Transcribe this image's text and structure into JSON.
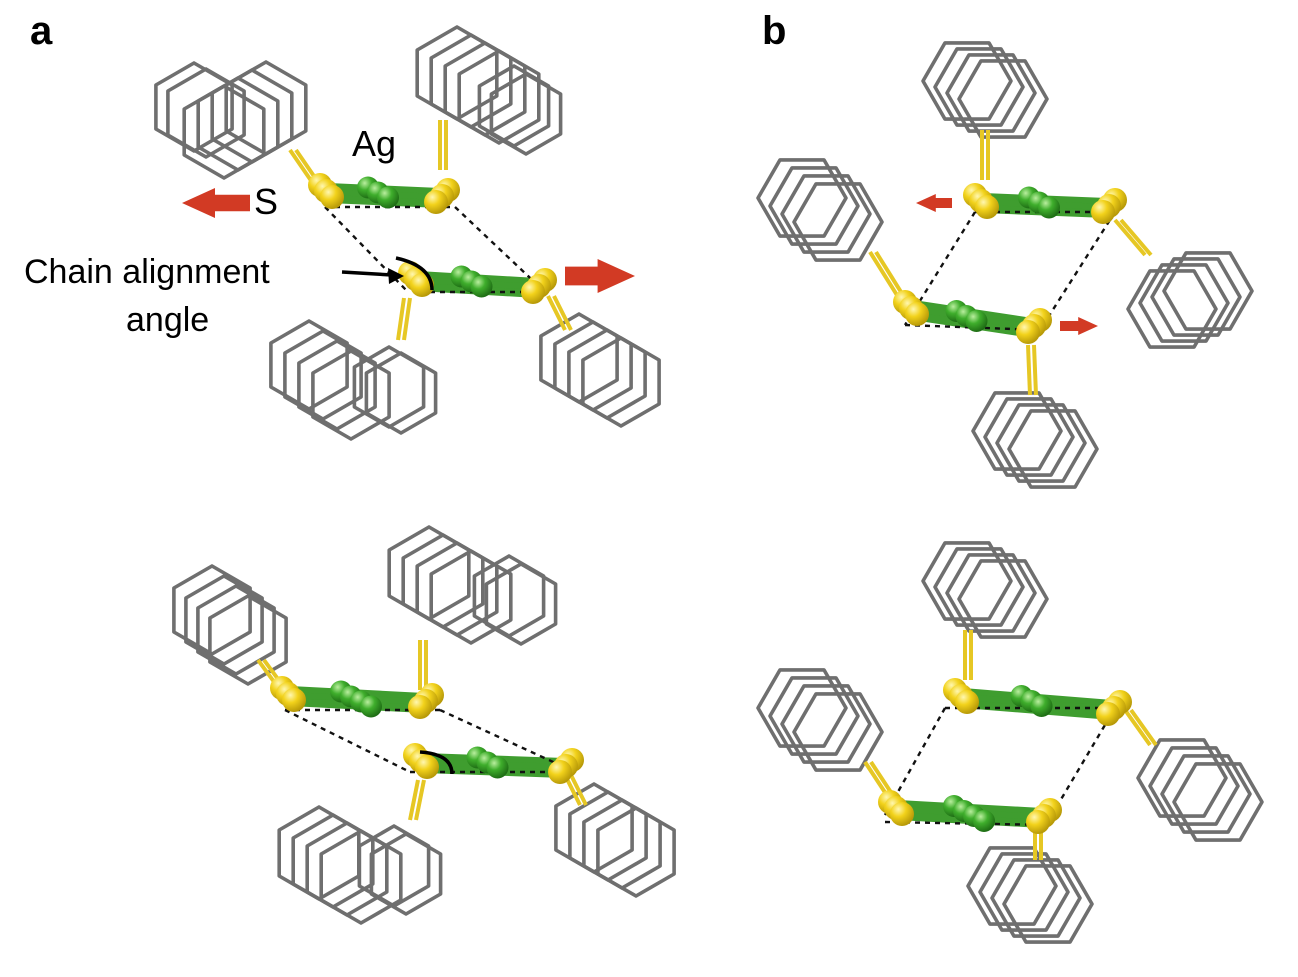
{
  "figure": {
    "panel_a_label": "a",
    "panel_b_label": "b",
    "labels": {
      "ag": "Ag",
      "s": "S",
      "chain_alignment_line1": "Chain alignment",
      "chain_alignment_line2": "angle"
    }
  },
  "colors": {
    "sulfur": "#f2d21b",
    "silver": "#3fae2c",
    "ring_stroke": "#6f6f6f",
    "arrow": "#d23a24",
    "dashed_line": "#111111",
    "background": "#ffffff"
  }
}
